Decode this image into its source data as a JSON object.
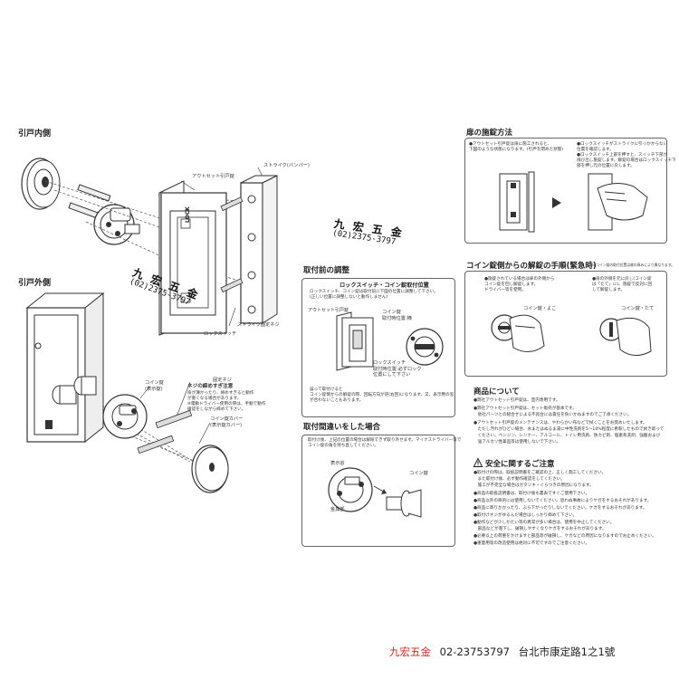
{
  "left": {
    "inner_label": "引戸内側",
    "outer_label": "引戸外側",
    "outset_door_label": "アウトセット引戸錠",
    "striker_label": "ストライク(バンパー)",
    "lock_text": "LOCK",
    "lock_switch_label": "ロックスイッチ",
    "striker_screw_label": "ストライク固定ネジ",
    "fix_screw_label": "固定ネジ",
    "coin_lock_label": "コイン錠",
    "coin_lock_sub": "(表示錠)",
    "screw_warning_title": "ネジの締めすぎ注意",
    "screw_warning_body": [
      "扉が薄かったり、締めすぎると動作",
      "が重くなる場合があります。",
      "※電動ドライバー使用の際は、手動で動作",
      "確認をしながら締めて下さい。"
    ],
    "coin_cover_label": "コイン錠カバー",
    "coin_cover_sub": "(表示錠カバー)"
  },
  "stamp": {
    "name": "九 宏 五 金",
    "phone": "(02)2375-3797"
  },
  "middle": {
    "adjust_title": "取付前の調整",
    "switch_pos_title": "ロックスイッチ・コイン錠取付位置",
    "switch_pos_body": [
      "ロックスイッチ、コイン錠は取付前に下図の位置に調整して下さい。",
      "(正しい位置に調整しないと動作しません)"
    ],
    "outset_label": "アウトセット引戸錠",
    "coin_attach_label": "コイン錠",
    "coin_attach_sub": "取付時位置:横",
    "lock_switch_label": "ロックスイッチ",
    "lock_switch_sub": [
      "取付時位置:必ずロック",
      "位置にして下さい"
    ],
    "note_body": [
      "誤って取付けると",
      "コイン錠側からの解錠の際、回転方向が逆(右回)になります。又、表示用の窓",
      "が合わないこともあります。"
    ],
    "mistake_title": "取付間違いをした場合",
    "mistake_body": [
      "取付け後、上記の位置の場合は解除できず取り外せます。マイナスドライバー等で",
      "コイン錠の角を持ち直してください。"
    ],
    "display_window_label": "表示窓",
    "gold_metal_label": "金属部",
    "coin_lock_label": "コイン錠"
  },
  "right": {
    "lock_method_title": "扉の施錠方法",
    "lock_method_left": [
      "●アウトセット引戸錠は扉に施工されると、",
      "下図のような状態になります。(引戸を閉めた状態)"
    ],
    "lock_method_right": [
      "●ロックスイッチがストライクに引っかからない",
      "位置を確認します。",
      "●ロックスイッチ上部を押すと、スイッチ下部が",
      "飛び出し施錠します。解錠の場合はロックスイッチ下",
      "部を押し元の位置に戻します。"
    ],
    "emergency_title": "コイン錠側からの解錠の手順(緊急時)",
    "emergency_sub": "※コイン錠の取付位置は扉の厚みにより異なります。",
    "emergency_left": [
      "●施錠されている場合は扉の外側から",
      "コイン錠を回し解錠します。",
      "ドライバー等を使用。"
    ],
    "emergency_right": [
      "●扉の外側を元に戻し(コイン錠",
      "は「たて」に)、施錠で反対に回",
      "して解錠します。"
    ],
    "coin_yoko": "コイン錠・よこ",
    "coin_tate": "コイン錠・たて",
    "product_title": "商品について",
    "product_body": [
      "●弊社アウトセット引戸錠は、室内専用です。",
      "●弊社アウトセット引戸錠は、セット販売が基本です。",
      "　他社パーツとの組合せによる不具合には責任を負いかねますのでご了承ください。",
      "●アウトセット引戸錠のメンテナンスは、やわらかい布などで拭くことをお奨めいたします。",
      "　ただし汚れがひどい場合、水またはぬるま湯に中性洗剤を5〜10%程度に希釈したもので拭き取って",
      "　ください。ベンジン、シンナー、アルコール、トイレ用洗剤、防カビ剤、塩素系洗剤、強酸および",
      "　強アルカリ性薬品等は使用しないで下さい。"
    ],
    "safety_title": "安全に関するご注意",
    "safety_body": [
      "●取付けの際は、取扱説明書をご確認の上、正しく施工してください。",
      "　また取付け後、必ず動作確認をしてください。",
      "　施工が不完全な場合はガタツキ・ぐらつきの原因になります。",
      "●商品の取扱説明書は、取付け後も裏表ですぐご使用下さい。",
      "●商品以外の目的には使用しないでください。思わぬ事故によりケガをするおそれがあります。",
      "●商品に寄りかかったり、ぶら下がったりしないでください。ケガをするおそれがあります。",
      "●取付けネジがゆるんだ場合はしっかり締めて下さい。",
      "●動作などが少しかたい等の異常が多い場合は、使用を中止してください。",
      "　部品などが落下し、破損しやすくなりケガをするおそれがあります。",
      "●必要以上の荷重をかけますと部品等が破損し、ケガなどの原因になりますのでお止めください。",
      "●重量用等の改造使用は絶対に不可ですのでご注意ください。"
    ]
  },
  "footer": {
    "shop_name": "九宏五金",
    "phone": "02-23753797",
    "address": "台北市康定路1之1號"
  },
  "colors": {
    "shop_red": "#c8281e",
    "line": "#333333"
  }
}
